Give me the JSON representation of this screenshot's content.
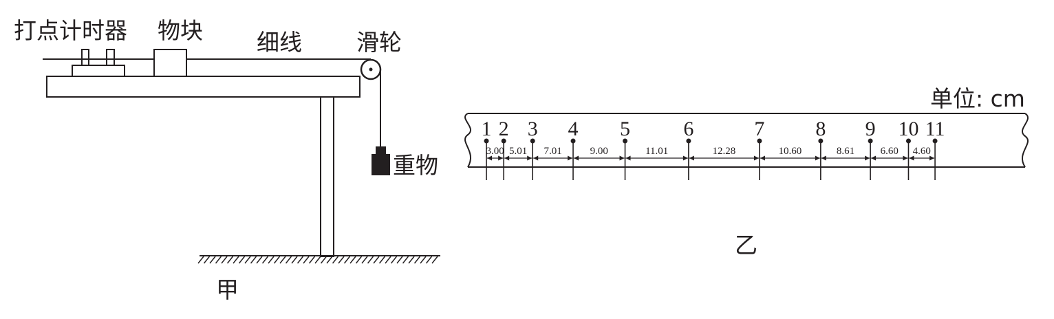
{
  "apparatus": {
    "labels": {
      "timer": "打点计时器",
      "block": "物块",
      "string": "细线",
      "pulley": "滑轮",
      "weight": "重物"
    },
    "caption": "甲"
  },
  "tape": {
    "unit_label": "单位: cm",
    "points": [
      "1",
      "2",
      "3",
      "4",
      "5",
      "6",
      "7",
      "8",
      "9",
      "10",
      "11"
    ],
    "segments": [
      3.0,
      5.01,
      7.01,
      9.0,
      11.01,
      12.28,
      10.6,
      8.61,
      6.6,
      4.6
    ],
    "segment_labels": [
      "3.00",
      "5.01",
      "7.01",
      "9.00",
      "11.01",
      "12.28",
      "10.60",
      "8.61",
      "6.60",
      "4.60"
    ],
    "caption": "乙"
  }
}
